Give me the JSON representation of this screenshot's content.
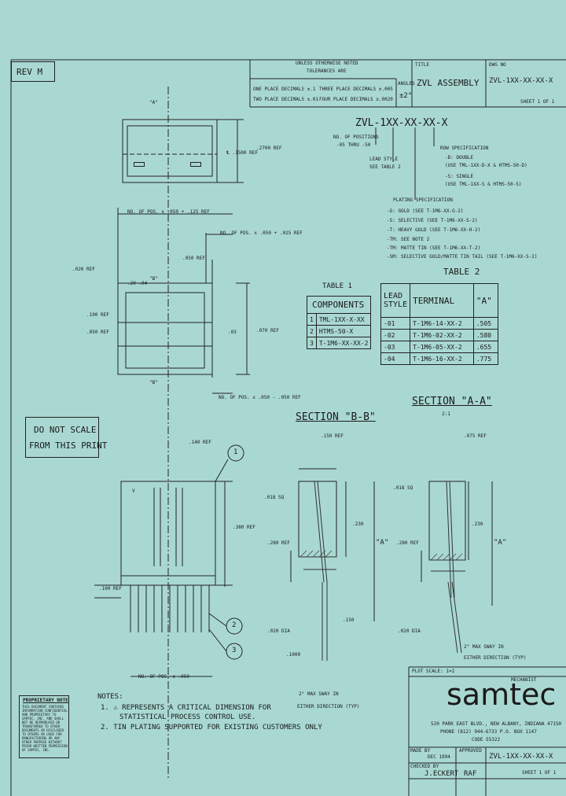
{
  "rev": "REV M",
  "tolerance": {
    "header": "UNLESS OTHERWISE NOTED",
    "tol": "TOLERANCES ARE",
    "one_place": "ONE PLACE DECIMALS ±.1",
    "two_place": "TWO PLACE DECIMALS ±.01",
    "three_place": "THREE PLACE DECIMALS ±.005",
    "four_place": "FOUR PLACE DECIMALS ±.0020",
    "angles_label": "ANGLES",
    "angles_value": "±2°"
  },
  "title_block": {
    "title_label": "TITLE",
    "title": "ZVL ASSEMBLY",
    "dwg_label": "DWG NO",
    "dwg": "ZVL-1XX-XX-XX-X",
    "sheet": "SHEET 1 OF 1"
  },
  "part_code": {
    "code": "ZVL-1XX-XX-XX-X",
    "positions": "NO. OF POSITIONS",
    "positions_range": "-05 THRU -50",
    "lead_style": "LEAD STYLE",
    "see_table": "SEE TABLE 2",
    "row_spec": "ROW SPECIFICATION",
    "row_d": "-D: DOUBLE",
    "row_d_use": "(USE TML-1XX-D-X & HTMS-50-D)",
    "row_s": "-S: SINGLE",
    "row_s_use": "(USE TML-1XX-S & HTMS-50-S)",
    "plating": "PLATING SPECIFICATION",
    "plating_items": [
      "-G: GOLD   (SEE T-1M6-XX-G-2)",
      "-S: SELECTIVE (SEE T-1M6-XX-S-2)",
      "-T: HEAVY GOLD (SEE T-1M6-XX-H-2)",
      "-TM: SEE NOTE 2",
      "-TM: MATTE TIN (SEE T-1M6-XX-T-2)",
      "-SM: SELECTIVE GOLD/MATTE TIN TAIL (SEE T-1M6-XX-S-2)"
    ]
  },
  "top_view": {
    "sec_a": "\"A\"",
    "cl": "℄ .1500 REF",
    "ref_height": ".2700 REF"
  },
  "mid_view": {
    "dim1": "NO. OF POS. x .050 + .125 REF",
    "dim2": "NO. OF POS. x .050 + .025 REF",
    "dim3": ".050 REF",
    "dim4": ".020 REF",
    "dim5": ".100 REF",
    "dim6": ".050 REF",
    "dim7": ".070 REF",
    "dim8": ".20 .04",
    "dim9": "NO. OF POS. x .050 - .050 REF",
    "sec_b": "\"B\"",
    "dim10": ".03"
  },
  "table1": {
    "title": "TABLE 1",
    "header": "COMPONENTS",
    "rows": [
      {
        "n": "1",
        "v": "TML-1XX-X-XX"
      },
      {
        "n": "2",
        "v": "HTMS-50-X"
      },
      {
        "n": "3",
        "v": "T-1M6-XX-XX-2"
      }
    ]
  },
  "table2": {
    "title": "TABLE 2",
    "h1": "LEAD STYLE",
    "h2": "TERMINAL",
    "h3": "\"A\"",
    "rows": [
      {
        "s": "-01",
        "t": "T-1M6-14-XX-2",
        "a": ".505"
      },
      {
        "s": "-02",
        "t": "T-1M6-02-XX-2",
        "a": ".580"
      },
      {
        "s": "-03",
        "t": "T-1M6-05-XX-2",
        "a": ".655"
      },
      {
        "s": "-04",
        "t": "T-1M6-16-XX-2",
        "a": ".775"
      }
    ]
  },
  "dns": {
    "l1": "DO NOT SCALE",
    "l2": "FROM THIS PRINT"
  },
  "section_bb": {
    "title": "SECTION \"B-B\"",
    "d1": ".150 REF",
    "d2": ".018 SQ",
    "d3": ".230",
    "d4": ".280 REF",
    "d5": "\"A\"",
    "d6": ".020 DIA",
    "d7": ".1000",
    "d8": "2° MAX SWAY IN",
    "d9": "EITHER DIRECTION (TYP)",
    "d10": ".150"
  },
  "section_aa": {
    "title": "SECTION \"A-A\"",
    "scale": "2:1",
    "d1": ".075 REF",
    "d2": ".018 SQ",
    "d3": ".230",
    "d4": ".280 REF",
    "d5": "\"A\"",
    "d6": ".020 DIA",
    "d7": "2° MAX SWAY IN",
    "d8": "EITHER DIRECTION (TYP)"
  },
  "side_view": {
    "d1": ".140 REF",
    "d2": ".380 REF",
    "d3": ".100 REF",
    "d4": "NO. OF POS. x .050",
    "d5": "V",
    "balloons": [
      "1",
      "2",
      "3"
    ]
  },
  "proprietary": {
    "title": "PROPRIETARY NOTE",
    "lines": [
      "THIS DOCUMENT CONTAINS",
      "INFORMATION CONFIDENTIAL",
      "AND PROPRIETARY TO",
      "SAMTEC, INC. AND SHALL",
      "NOT BE REPRODUCED OR",
      "TRANSFERRED TO OTHER",
      "DOCUMENTS OR DISCLOSED",
      "TO OTHERS OR USED FOR",
      "MANUFACTURING OR ANY",
      "OTHER PURPOSE WITHOUT",
      "PRIOR WRITTEN PERMISSION",
      "OF SAMTEC, INC."
    ]
  },
  "notes": {
    "title": "NOTES:",
    "n1a": "1. ⚠ REPRESENTS A CRITICAL DIMENSION FOR",
    "n1b": "STATISTICAL PROCESS CONTROL USE.",
    "n2": "2. TIN PLATING SUPPORTED FOR EXISTING CUSTOMERS ONLY"
  },
  "company": {
    "plot_scale": "PLOT SCALE: 1=2",
    "logo": "samtec",
    "mechanist": "MECHANIST",
    "addr1": "520 PARK EAST BLVD., NEW ALBANY, INDIANA 47150",
    "addr2": "PHONE (812) 944-6733  P.O. BOX 1147",
    "addr3": "CODE 55322",
    "made_by": "MADE BY",
    "date": "DEC 1994",
    "checked": "CHECKED BY",
    "checked_name": "J.ECKERT",
    "approved": "APPROVED",
    "approved_name": "RAF",
    "dwg_small": "ZVL-1XX-XX-XX-X",
    "sheet_small": "SHEET 1 OF 1"
  }
}
